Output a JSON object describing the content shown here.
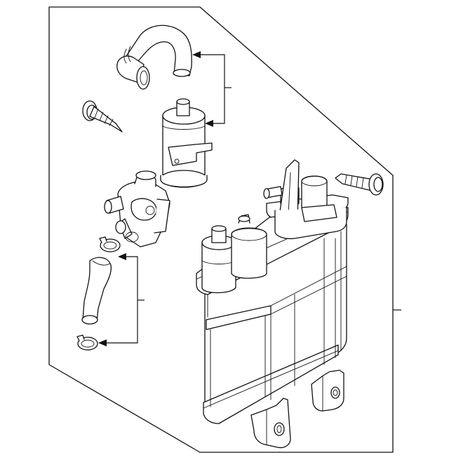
{
  "diagram": {
    "kind": "exploded parts illustration",
    "parts": [
      "vent-hose",
      "mounting-screw-left",
      "filter-canister",
      "purge-valve",
      "hose-clamp-upper",
      "connecting-hose",
      "hose-clamp-lower",
      "mounting-screw-right",
      "charcoal-canister"
    ],
    "callout_groups": [
      {
        "name": "filter-and-hose",
        "members": [
          "vent-hose",
          "filter-canister"
        ]
      },
      {
        "name": "clamps-and-hose",
        "members": [
          "hose-clamp-upper",
          "hose-clamp-lower"
        ]
      },
      {
        "name": "assembly",
        "members": [
          "charcoal-canister"
        ]
      }
    ],
    "colors": {
      "line": "#111111",
      "background": "#ffffff"
    }
  }
}
